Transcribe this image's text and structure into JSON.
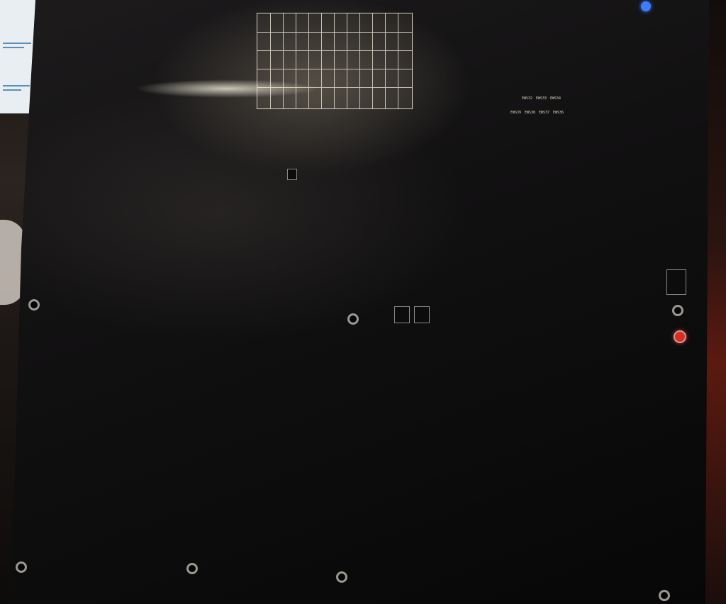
{
  "scene": {
    "subject": "black-pcb",
    "colors": {
      "board": "#121112",
      "pad": "#b9b6ae",
      "silkscreen": "#d8d2c4",
      "led_blue": "#3f7bff",
      "led_red": "#e02a1e",
      "smd_orange": "#c98c3a"
    }
  },
  "silkscreen": {
    "table_label": "",
    "parts": [
      "EWS34",
      "EWS33",
      "EWS32",
      "EWS39",
      "EWS38",
      "EWS37",
      "EWS36"
    ]
  }
}
